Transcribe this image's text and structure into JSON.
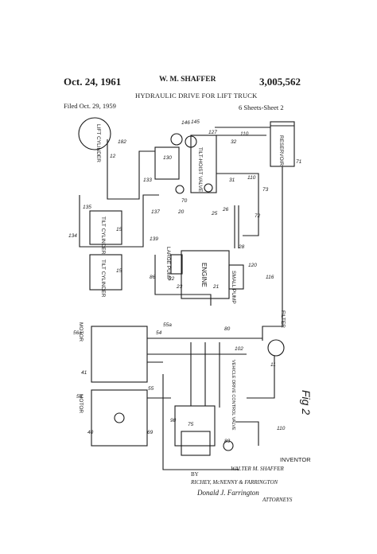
{
  "header": {
    "date": "Oct. 24, 1961",
    "inventor": "W. M. SHAFFER",
    "patent_number": "3,005,562",
    "title": "HYDRAULIC DRIVE FOR LIFT TRUCK",
    "filed": "Filed Oct. 29, 1959",
    "sheets": "6 Sheets-Sheet 2"
  },
  "labels": {
    "lift_cylinder": "LIFT CYLINDER",
    "reservoir": "RESERVOIR",
    "tilt_cylinder_upper": "TILT CYLINDER",
    "tilt_cylinder_lower": "TILT CYLINDER",
    "tilt_hoist_valve": "TILT-HOIST VALVE",
    "large_pump": "LARGE PUMP",
    "engine": "ENGINE",
    "small_pump": "SMALL PUMP",
    "filter": "FILTER",
    "motor_upper": "MOTOR",
    "motor_lower": "MOTOR",
    "vehicle_drive_valve": "VEHICLE DRIVE CONTROL VALVE",
    "fig": "Fig 2"
  },
  "refs": {
    "n12": "12",
    "n182": "182",
    "n134": "134",
    "n135": "135",
    "n15a": "15",
    "n15b": "15",
    "n130": "130",
    "n133": "133",
    "n146": "146",
    "n145": "145",
    "n127": "127",
    "n32": "32",
    "n110a": "110",
    "n110b": "110",
    "n71": "71",
    "n73": "73",
    "n72": "72",
    "n25": "25",
    "n26": "26",
    "n70": "70",
    "n20": "20",
    "n137": "137",
    "n139": "139",
    "n21": "21",
    "n28": "28",
    "n22": "22",
    "n23": "23",
    "n86": "86",
    "n116": "116",
    "n120": "120",
    "n56a": "56a",
    "n56": "56",
    "n41": "41",
    "n40": "40",
    "n55": "55",
    "n54": "54",
    "n55a": "55a",
    "n69": "69",
    "n80": "80",
    "n102": "102",
    "n11": "11",
    "n110c": "110",
    "n98": "98",
    "n83": "83",
    "n75": "75",
    "n31": "31"
  },
  "inventor_block": {
    "label": "INVENTOR",
    "name": "WALTER M. SHAFFER",
    "by": "BY",
    "firm": "RICHEY, McNENNY & FARRINGTON",
    "signature": "Donald J. Farrington",
    "attorneys": "ATTORNEYS"
  }
}
